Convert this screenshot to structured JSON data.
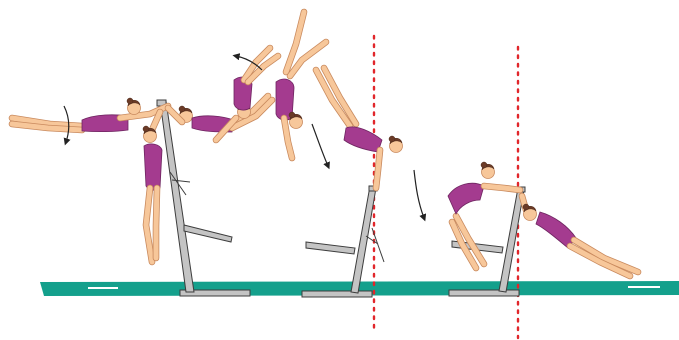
{
  "colors": {
    "background": "#ffffff",
    "mat": "#14a08c",
    "mat_stripe": "#ffffff",
    "bar": "#b7b7b7",
    "bar_outline": "#3d3d3d",
    "skin": "#f7c79a",
    "skin_outline": "#c98a5e",
    "leotard": "#a43b8f",
    "leotard_dark": "#7a2868",
    "hair": "#6b3b27",
    "motion_arrow": "#222222",
    "reference_line": "#e1262b"
  },
  "scene": {
    "description_icons": [
      "gymnast-figure",
      "uneven-bar-apparatus",
      "rotation-arrow",
      "reference-dotted-line"
    ],
    "apparatus_count": 3,
    "gymnast_count": 8,
    "reference_line_count": 2,
    "arrow_count": 4
  }
}
